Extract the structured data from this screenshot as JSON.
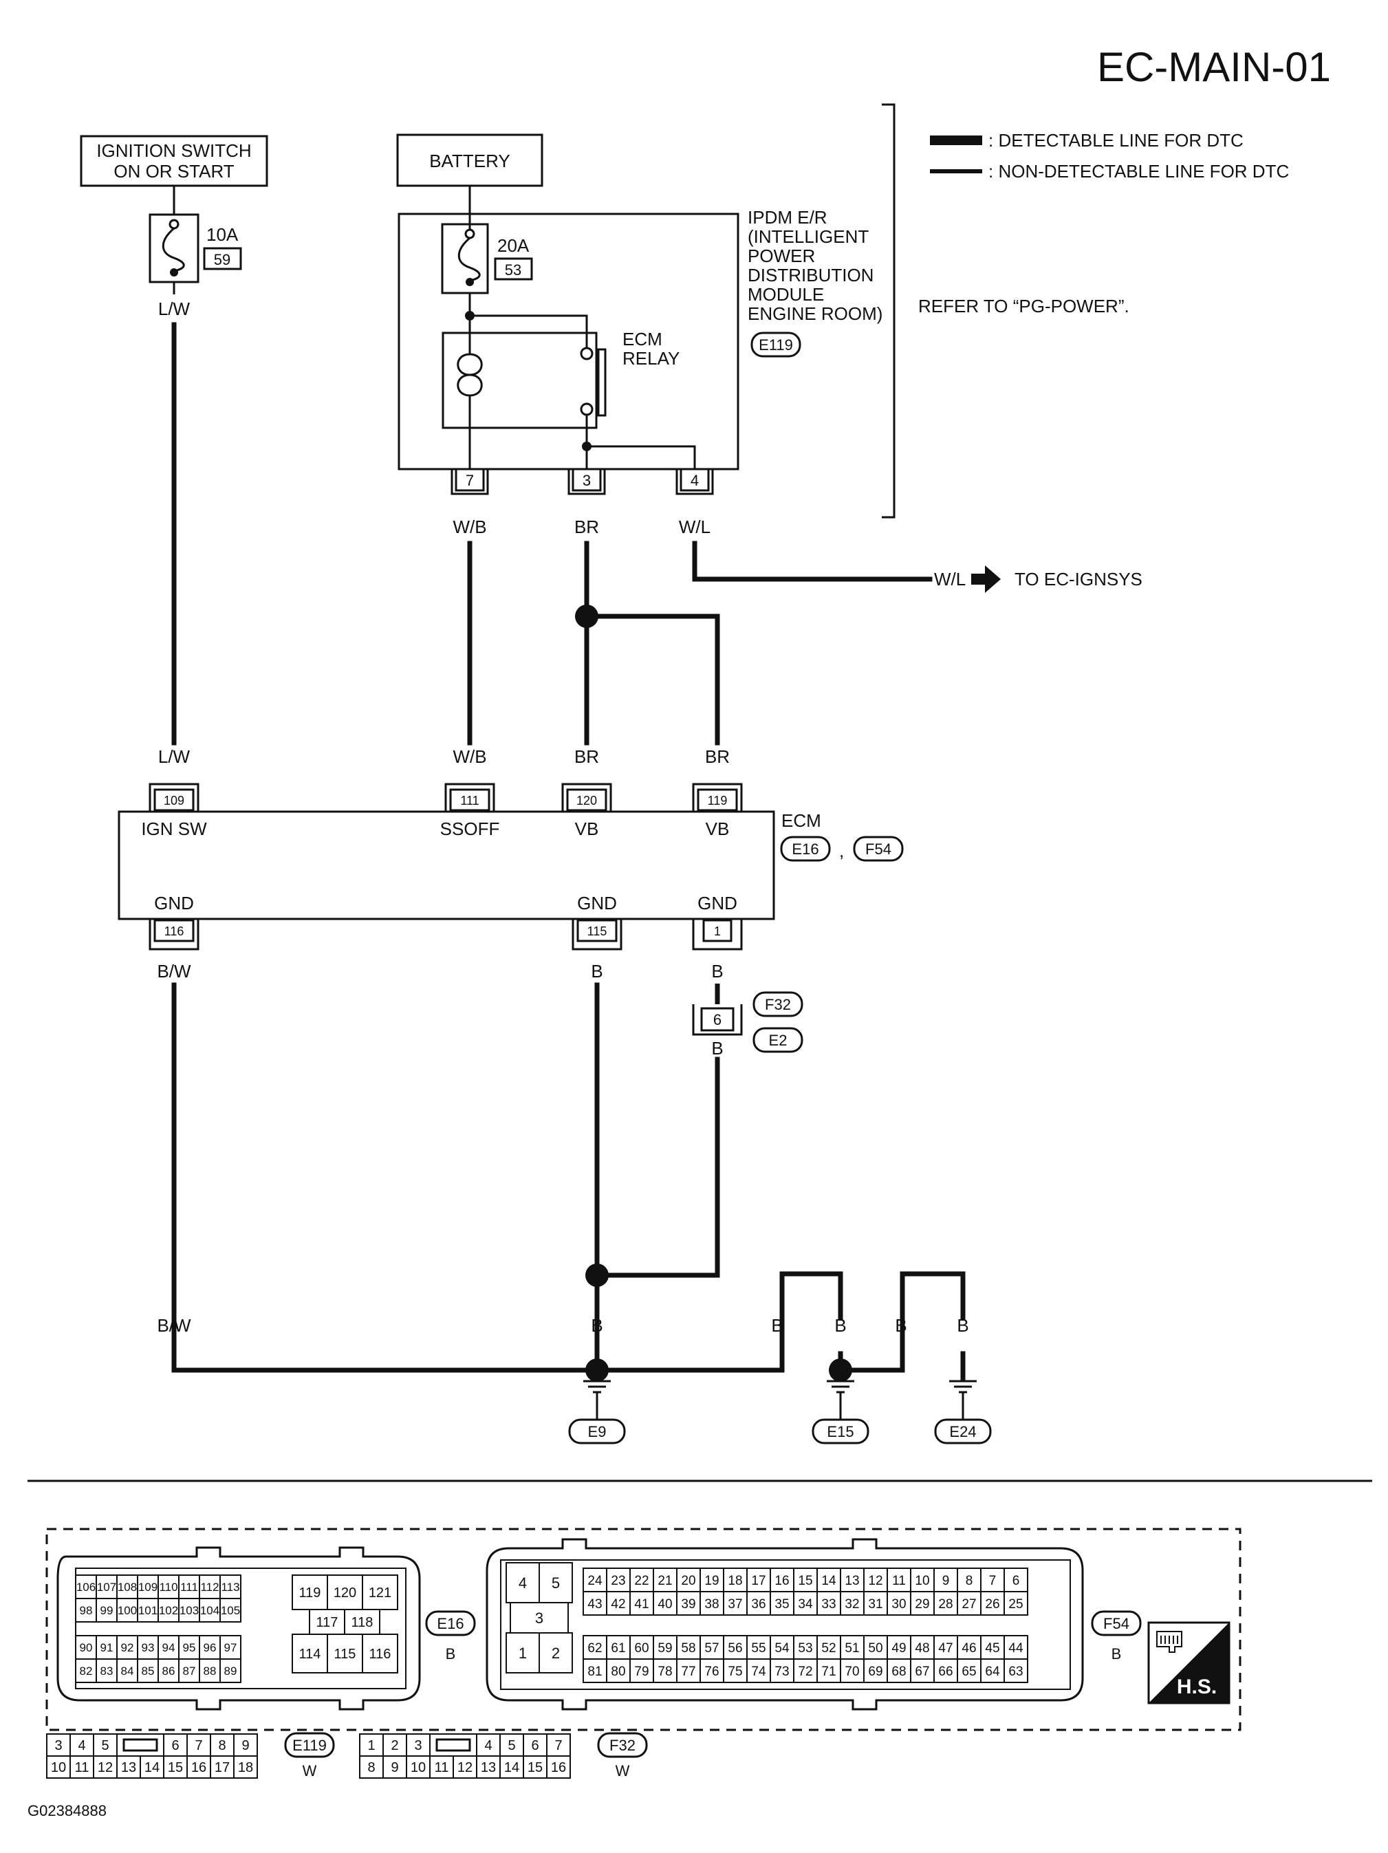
{
  "title": "EC-MAIN-01",
  "diagram_id": "G02384888",
  "legend": {
    "detectable": ": DETECTABLE LINE FOR DTC",
    "non_detectable": ": NON-DETECTABLE LINE FOR DTC"
  },
  "refer_text": "REFER TO “PG-POWER”.",
  "ignition": {
    "line1": "IGNITION SWITCH",
    "line2": "ON OR START",
    "fuse_amp": "10A",
    "fuse_no": "59"
  },
  "battery": {
    "label": "BATTERY",
    "fuse_amp": "20A",
    "fuse_no": "53"
  },
  "ipdm": {
    "lines": [
      "IPDM E/R",
      "(INTELLIGENT",
      "POWER",
      "DISTRIBUTION",
      "MODULE",
      "ENGINE ROOM)"
    ],
    "connector": "E119",
    "relay_line1": "ECM",
    "relay_line2": "RELAY",
    "pins": [
      "7",
      "3",
      "4"
    ]
  },
  "wires": {
    "lw": "L/W",
    "wb": "W/B",
    "br": "BR",
    "wl": "W/L",
    "bw": "B/W",
    "b": "B"
  },
  "to_ignsys": "TO EC-IGNSYS",
  "ecm": {
    "label": "ECM",
    "connectors": [
      "E16",
      "F54"
    ],
    "sep": ",",
    "top_pins": [
      "109",
      "111",
      "120",
      "119"
    ],
    "top_labels": [
      "IGN SW",
      "SSOFF",
      "VB",
      "VB"
    ],
    "bottom_pins": [
      "116",
      "115",
      "1"
    ],
    "gnd": "GND"
  },
  "joint": {
    "pin": "6",
    "connectors": [
      "F32",
      "E2"
    ]
  },
  "grounds": [
    "E9",
    "E15",
    "E24"
  ],
  "views": {
    "e16": {
      "label": "E16",
      "color": "B",
      "rows_top": [
        [
          "106",
          "107",
          "108",
          "109",
          "110",
          "111",
          "112",
          "113"
        ],
        [
          "98",
          "99",
          "100",
          "101",
          "102",
          "103",
          "104",
          "105"
        ]
      ],
      "rows_bottom": [
        [
          "90",
          "91",
          "92",
          "93",
          "94",
          "95",
          "96",
          "97"
        ],
        [
          "82",
          "83",
          "84",
          "85",
          "86",
          "87",
          "88",
          "89"
        ]
      ],
      "mid": {
        "r1": [
          "119",
          "120",
          "121"
        ],
        "r2": [
          "117",
          "118"
        ],
        "r3": [
          "114",
          "115",
          "116"
        ]
      }
    },
    "f54": {
      "label": "F54",
      "color": "B",
      "left": {
        "r1": [
          "4",
          "5"
        ],
        "r2": [
          "3"
        ],
        "r3": [
          "1",
          "2"
        ]
      },
      "rows_top": [
        [
          "24",
          "23",
          "22",
          "21",
          "20",
          "19",
          "18",
          "17",
          "16",
          "15",
          "14",
          "13",
          "12",
          "11",
          "10",
          "9",
          "8",
          "7",
          "6"
        ],
        [
          "43",
          "42",
          "41",
          "40",
          "39",
          "38",
          "37",
          "36",
          "35",
          "34",
          "33",
          "32",
          "31",
          "30",
          "29",
          "28",
          "27",
          "26",
          "25"
        ]
      ],
      "rows_bottom": [
        [
          "62",
          "61",
          "60",
          "59",
          "58",
          "57",
          "56",
          "55",
          "54",
          "53",
          "52",
          "51",
          "50",
          "49",
          "48",
          "47",
          "46",
          "45",
          "44"
        ],
        [
          "81",
          "80",
          "79",
          "78",
          "77",
          "76",
          "75",
          "74",
          "73",
          "72",
          "71",
          "70",
          "69",
          "68",
          "67",
          "66",
          "65",
          "64",
          "63"
        ]
      ]
    },
    "hs": "H.S.",
    "e119": {
      "label": "E119",
      "color": "W",
      "top_left": [
        "3",
        "4",
        "5"
      ],
      "top_right": [
        "6",
        "7",
        "8",
        "9"
      ],
      "bottom": [
        "10",
        "11",
        "12",
        "13",
        "14",
        "15",
        "16",
        "17",
        "18"
      ]
    },
    "f32": {
      "label": "F32",
      "color": "W",
      "top_left": [
        "1",
        "2",
        "3"
      ],
      "top_right": [
        "4",
        "5",
        "6",
        "7"
      ],
      "bottom": [
        "8",
        "9",
        "10",
        "11",
        "12",
        "13",
        "14",
        "15",
        "16"
      ]
    }
  },
  "colors": {
    "wire": "#111111",
    "background": "#ffffff"
  },
  "icons": [
    "fuse-icon",
    "relay-coil-icon",
    "ground-icon",
    "arrow-right-icon",
    "harness-side-icon"
  ]
}
